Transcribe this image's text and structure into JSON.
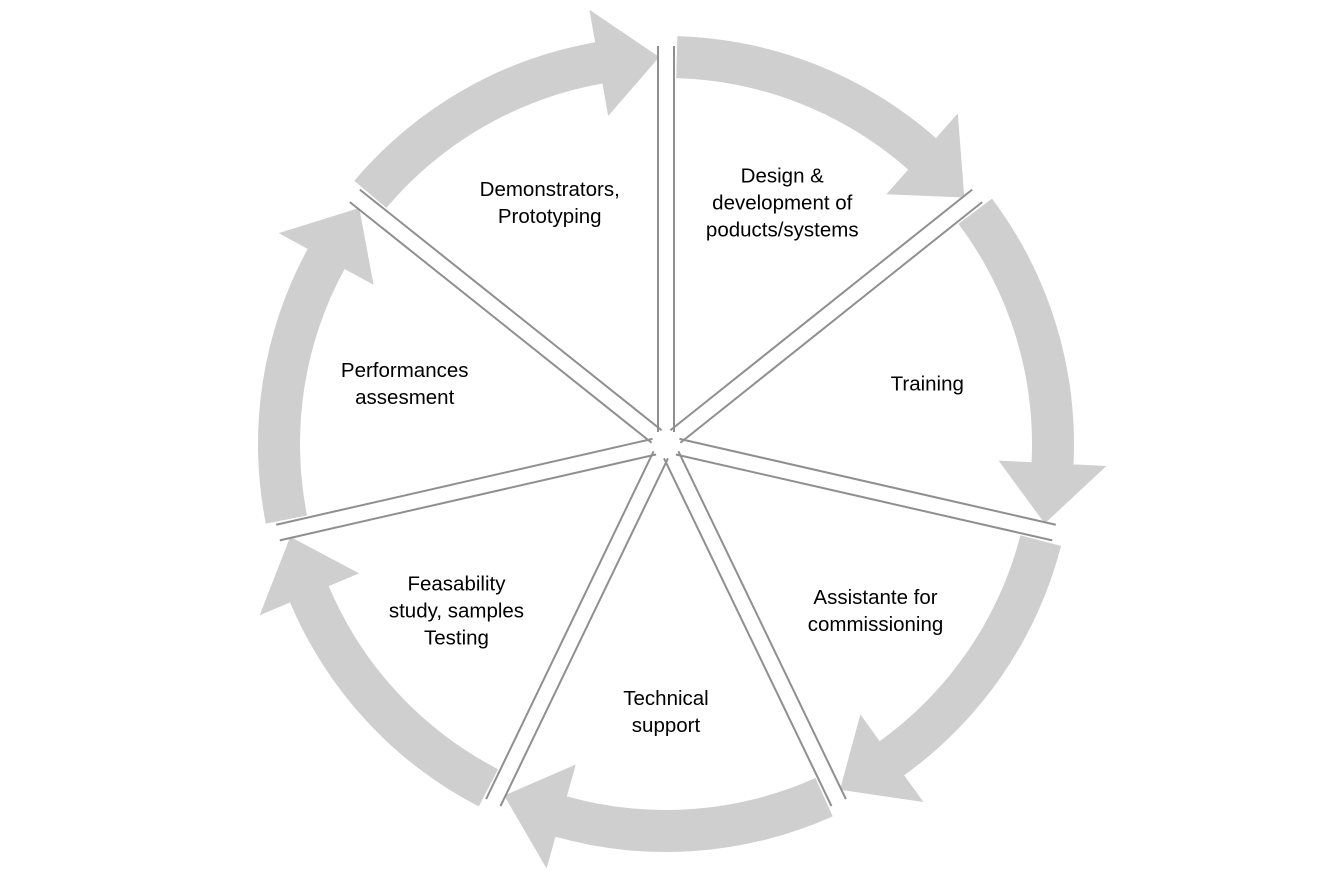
{
  "diagram": {
    "colors": {
      "arrow_fill": "#cfcfcf",
      "divider_stroke": "#8f8f8f",
      "text": "#000000",
      "background": "#ffffff"
    },
    "segments": [
      {
        "id": "design",
        "lines": [
          "Design &",
          "development of",
          "poducts/systems"
        ]
      },
      {
        "id": "training",
        "lines": [
          "Training"
        ]
      },
      {
        "id": "commissioning",
        "lines": [
          "Assistante for",
          "commissioning"
        ]
      },
      {
        "id": "technical-support",
        "lines": [
          "Technical",
          "support"
        ]
      },
      {
        "id": "feasability",
        "lines": [
          "Feasability",
          "study, samples",
          "Testing"
        ]
      },
      {
        "id": "performances",
        "lines": [
          "Performances",
          "assesment"
        ]
      },
      {
        "id": "demonstrators",
        "lines": [
          "Demonstrators,",
          "Prototyping"
        ]
      }
    ]
  }
}
